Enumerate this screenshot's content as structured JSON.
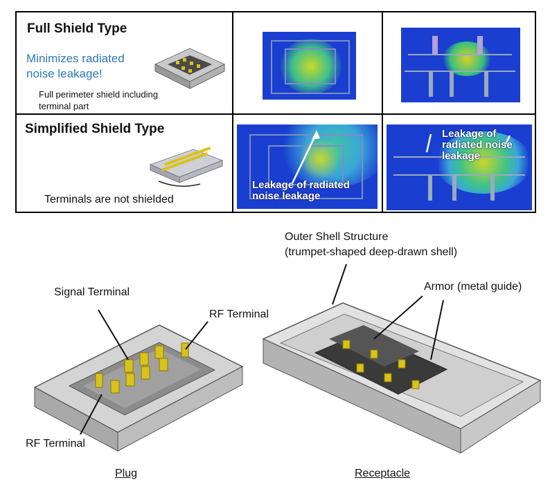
{
  "table": {
    "full_shield": {
      "title": "Full Shield Type",
      "highlight": "Minimizes radiated noise leakage!",
      "note": "Full perimeter shield including terminal part"
    },
    "simplified_shield": {
      "title": "Simplified Shield Type",
      "note": "Terminals are not shielded",
      "leak_label_a": "Leakage of radiated noise leakage",
      "leak_label_b": "Leakage of radiated noise leakage"
    }
  },
  "diagram": {
    "outer_shell": "Outer Shell Structure",
    "outer_shell_sub": "(trumpet-shaped deep-drawn shell)",
    "armor": "Armor (metal guide)",
    "signal_terminal": "Signal Terminal",
    "rf_terminal_top": "RF Terminal",
    "rf_terminal_bottom": "RF Terminal",
    "plug": "Plug",
    "receptacle": "Receptacle"
  },
  "colors": {
    "highlight_blue": "#2a7ab8",
    "sim_blue": "#1a3fd0",
    "terminal_gold": "#d9c21a"
  }
}
